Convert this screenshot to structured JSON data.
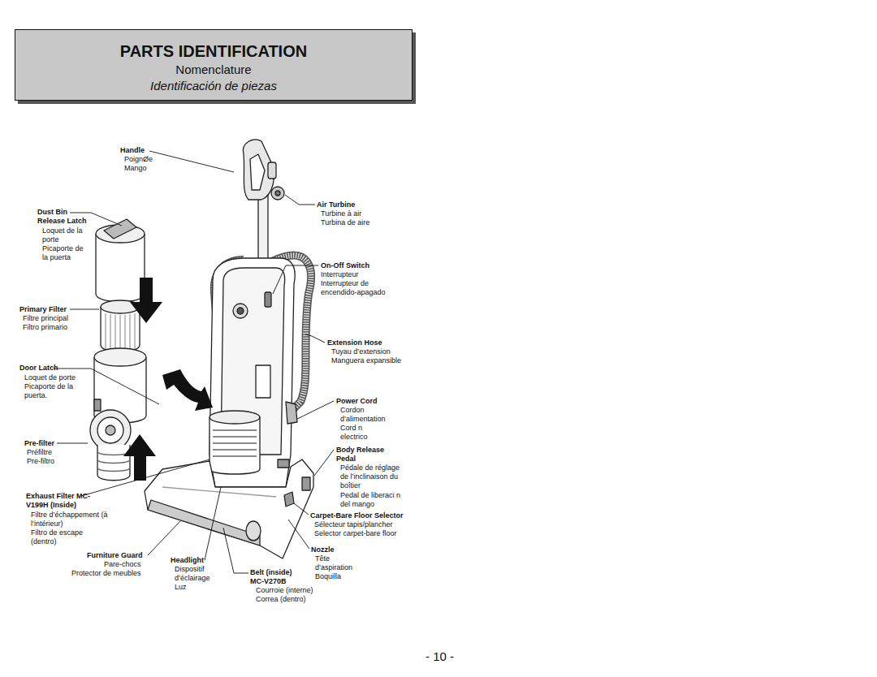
{
  "diagram": {
    "nodes": [
      {
        "text": [
          "PARTS IDENTIFICATION",
          "Nomenclature",
          "Identificación de piezas"
        ]
      }
    ],
    "labels": [
      "Handle",
      "PoignØe",
      "Mango",
      "Dust Bin Release Latch",
      "Loquet de la porte",
      "Picaporte de la puerta",
      "Primary Filter",
      "Filtre principal",
      "Filtro primario",
      "Door Latch",
      "Loquet de porte",
      "Picaporte de la puerta.",
      "Pre-filter",
      "Préfiltre",
      "Pre-filtro",
      "Exhaust Filter MC-V199H (Inside)",
      "Filtre d’échappement (à l’intérieur)",
      "Filtro de escape (dentro)",
      "Furniture Guard",
      "Pare-chocs",
      "Protector de meubles",
      "Headlight",
      "Dispositif d’éclairage",
      "Luz",
      "Belt (inside) MC-V270B",
      "Courroie (interne)",
      "Correa (dentro)",
      "Nozzle",
      "Tête d’aspiration",
      "Boquilla",
      "Carpet-Bare Floor Selector",
      "Sélecteur tapis/plancher",
      "Selector carpet-bare floor",
      "Body Release Pedal",
      "Pédale de réglage de l’inclinaison du boîtier",
      "Pedal de liberaci n del mango",
      "Power Cord",
      "Cordon d’alimentation",
      "Cord n electrico",
      "Extension Hose",
      "Tuyau d’extension",
      "Manguera expansible",
      "On-Off Switch",
      "Interrupteur",
      "Interrupteur de encendido-apagado",
      "Air Turbine",
      "Turbine à air",
      "Turbina de aire",
      "- 10 -"
    ]
  }
}
